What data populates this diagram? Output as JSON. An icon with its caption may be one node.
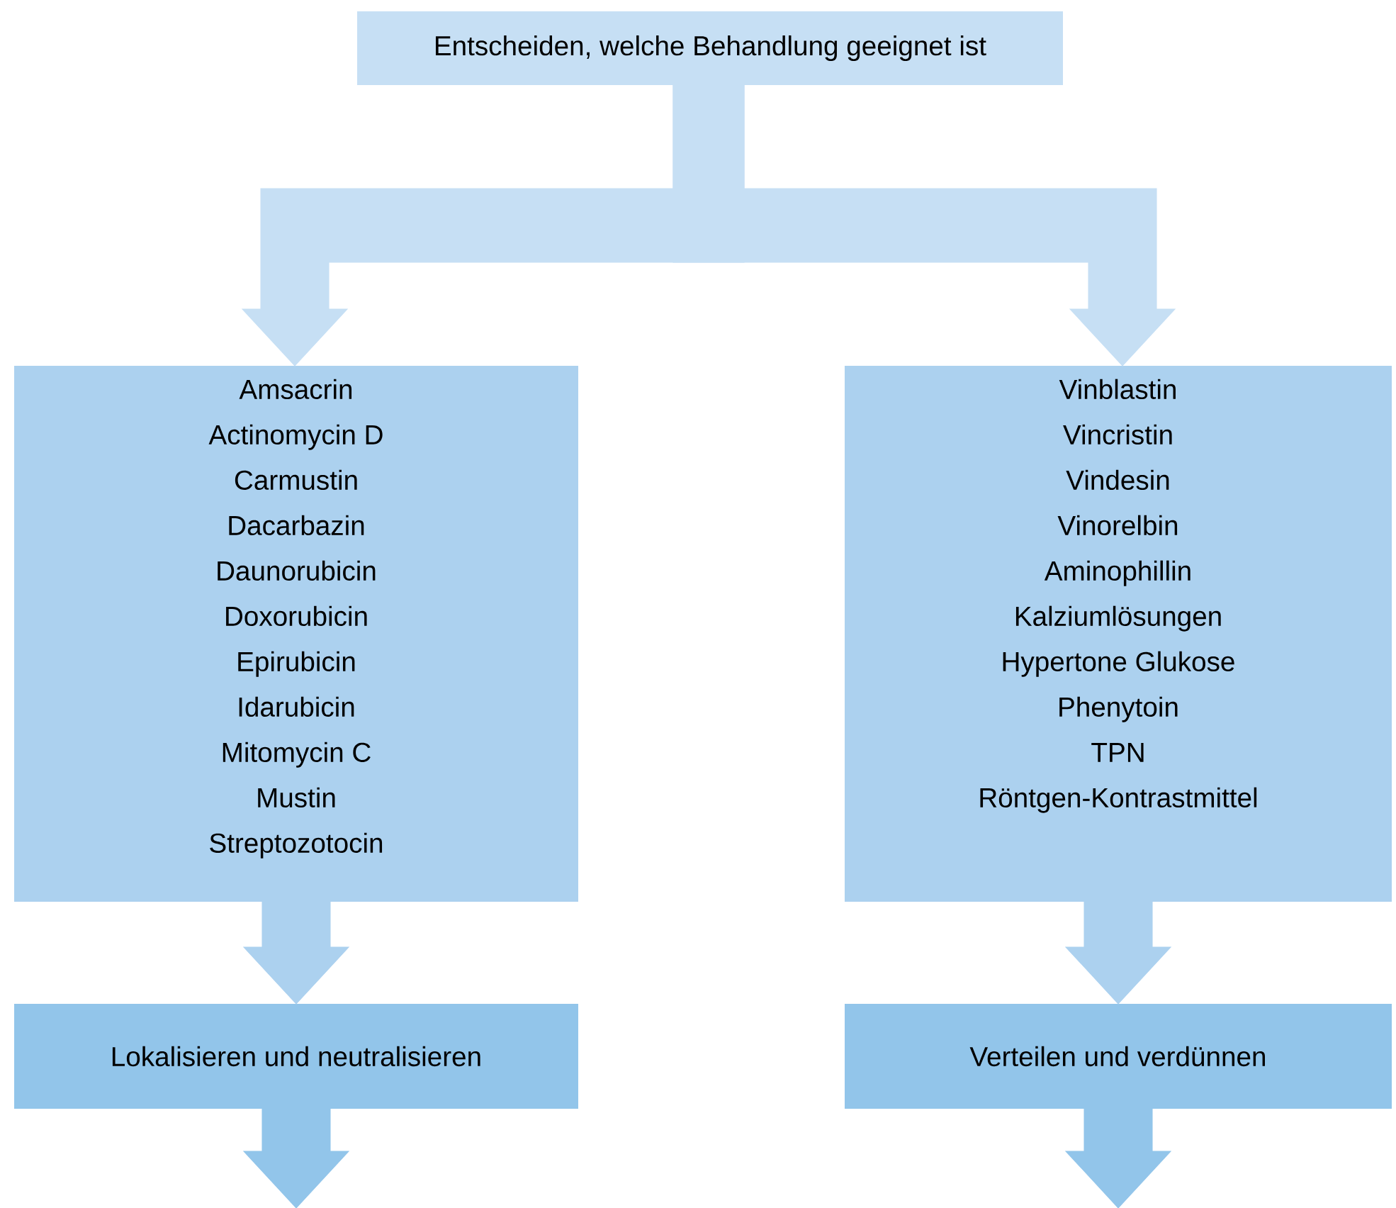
{
  "diagram": {
    "nodes": [
      {
        "text": [
          "Entscheiden, welche Behandlung geeignet ist"
        ]
      },
      {
        "text": [
          "Amsacrin",
          "Actinomycin D",
          "Carmustin",
          "Dacarbazin",
          "Daunorubicin",
          "Doxorubicin",
          "Epirubicin",
          "Idarubicin",
          "Mitomycin C",
          "Mustin",
          "Streptozotocin"
        ]
      },
      {
        "text": [
          "Vinblastin",
          "Vincristin",
          "Vindesin",
          "Vinorelbin",
          "Aminophillin",
          "Kalziumlösungen",
          "Hypertone Glukose",
          "Phenytoin",
          "TPN",
          "Röntgen-Kontrastmittel"
        ]
      },
      {
        "text": [
          "Lokalisieren und neutralisieren"
        ]
      },
      {
        "text": [
          "Verteilen und verdünnen"
        ]
      }
    ],
    "edges": [
      {
        "from": 0,
        "to": 1,
        "arrow": "to",
        "color": "#c6dff4"
      },
      {
        "from": 0,
        "to": 2,
        "arrow": "to",
        "color": "#c6dff4"
      },
      {
        "from": 1,
        "to": 3,
        "arrow": "to",
        "color": "#acd1ef"
      },
      {
        "from": 2,
        "to": 4,
        "arrow": "to",
        "color": "#acd1ef"
      },
      {
        "from": 3,
        "to": null,
        "arrow": "to",
        "color": "#92c5ea"
      },
      {
        "from": 4,
        "to": null,
        "arrow": "to",
        "color": "#92c5ea"
      }
    ]
  }
}
